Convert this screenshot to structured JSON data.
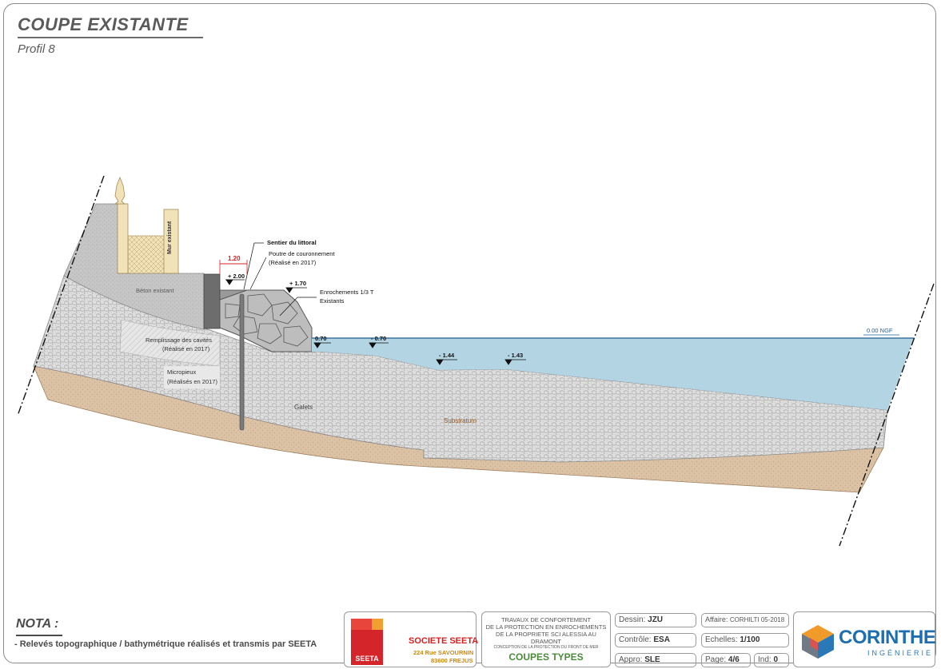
{
  "header": {
    "title": "COUPE EXISTANTE",
    "subtitle": "Profil 8"
  },
  "labels": {
    "mur": "Mur existant",
    "beton": "Béton existant",
    "remplissage_1": "Remplissage des cavités",
    "remplissage_2": "(Réalisé en 2017)",
    "micropieux_1": "Micropieux",
    "micropieux_2": "(Réalisés en 2017)",
    "galets": "Galets",
    "substratum": "Substratum",
    "sentier": "Sentier du littoral",
    "poutre_1": "Poutre de couronnement",
    "poutre_2": "(Réalisé en 2017)",
    "enroch_1": "Enrochements 1/3 T",
    "enroch_2": "Existants",
    "dim_width": "1.20",
    "level_200": "+ 2.00",
    "level_170": "+ 1.70",
    "level_070a": "0.70",
    "level_070b": "- 0.70",
    "level_144": "- 1.44",
    "level_143": "- 1.43",
    "ngf": "0.00 NGF"
  },
  "nota": {
    "title": "NOTA :",
    "text": "- Relevés topographique / bathymétrique réalisés et transmis par SEETA"
  },
  "cartouche": {
    "client_logo": "SEETA",
    "client_name": "SOCIETE SEETA",
    "client_addr1": "224 Rue SAVOURNIN",
    "client_addr2": "83600 FREJUS",
    "project_1": "TRAVAUX DE CONFORTEMENT",
    "project_2": "DE LA PROTECTION EN ENROCHEMENTS",
    "project_3": "DE LA PROPRIETE SCI ALESSIA AU DRAMONT",
    "project_4": "CONCEPTION DE LA PROTECTION DU FRONT DE MER",
    "doc_title": "COUPES TYPES",
    "dessin_label": "Dessin:",
    "dessin_value": "JZU",
    "controle_label": "Contrôle:",
    "controle_value": "ESA",
    "appro_label": "Appro:",
    "appro_value": "SLE",
    "affaire_label": "Affaire:",
    "affaire_value": "CORHILTI 05-2018",
    "echelles_label": "Echelles:",
    "echelles_value": "1/100",
    "page_label": "Page:",
    "page_value": "4/6",
    "ind_label": "Ind:",
    "ind_value": "0",
    "company_name": "CORINTHE",
    "company_sub": "INGÉNIERIE"
  },
  "colors": {
    "water": "#b3d4e3",
    "water_line": "#1f5f8f",
    "sand": "#dcc2a4",
    "galets": "#dcdcdc",
    "concrete": "#c9c9c9",
    "accent_red": "#d42020",
    "ngf_blue": "#1a5f9a"
  }
}
